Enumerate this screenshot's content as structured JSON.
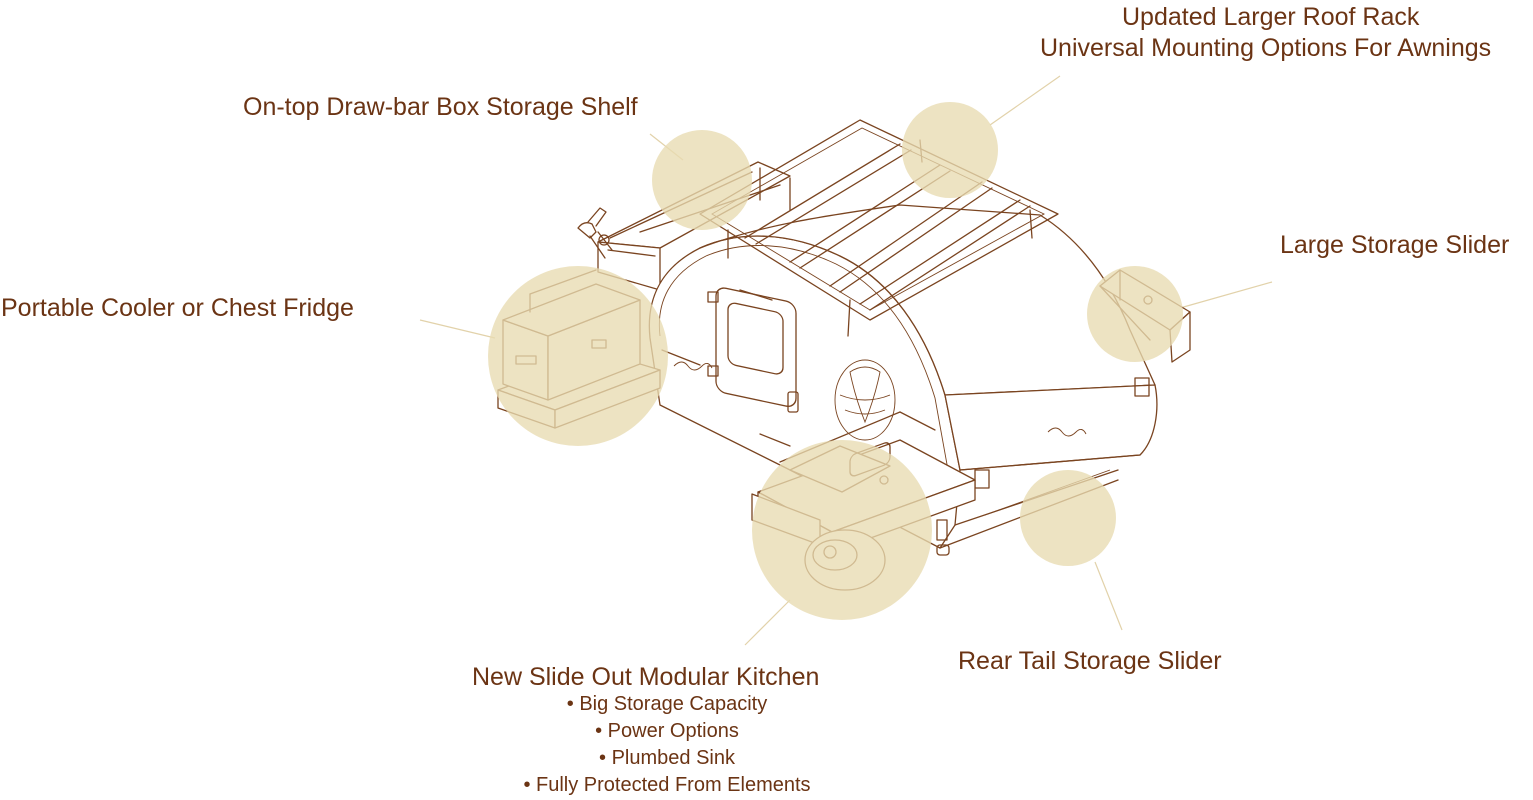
{
  "colors": {
    "text": "#6b3414",
    "line": "#7a4420",
    "highlight": "#e8dbb1",
    "leader": "#e2d2aa"
  },
  "callouts": {
    "roof_rack_line1": "Updated Larger Roof Rack",
    "roof_rack_line2": "Universal Mounting Options For Awnings",
    "drawbar_shelf": "On-top Draw-bar Box Storage Shelf",
    "large_slider": "Large Storage Slider",
    "cooler": "Portable Cooler or Chest Fridge",
    "kitchen_title": "New Slide Out Modular Kitchen",
    "kitchen_features": [
      "• Big Storage Capacity",
      "• Power Options",
      "• Plumbed Sink",
      "• Fully Protected From Elements"
    ],
    "rear_slider": "Rear Tail Storage Slider"
  }
}
